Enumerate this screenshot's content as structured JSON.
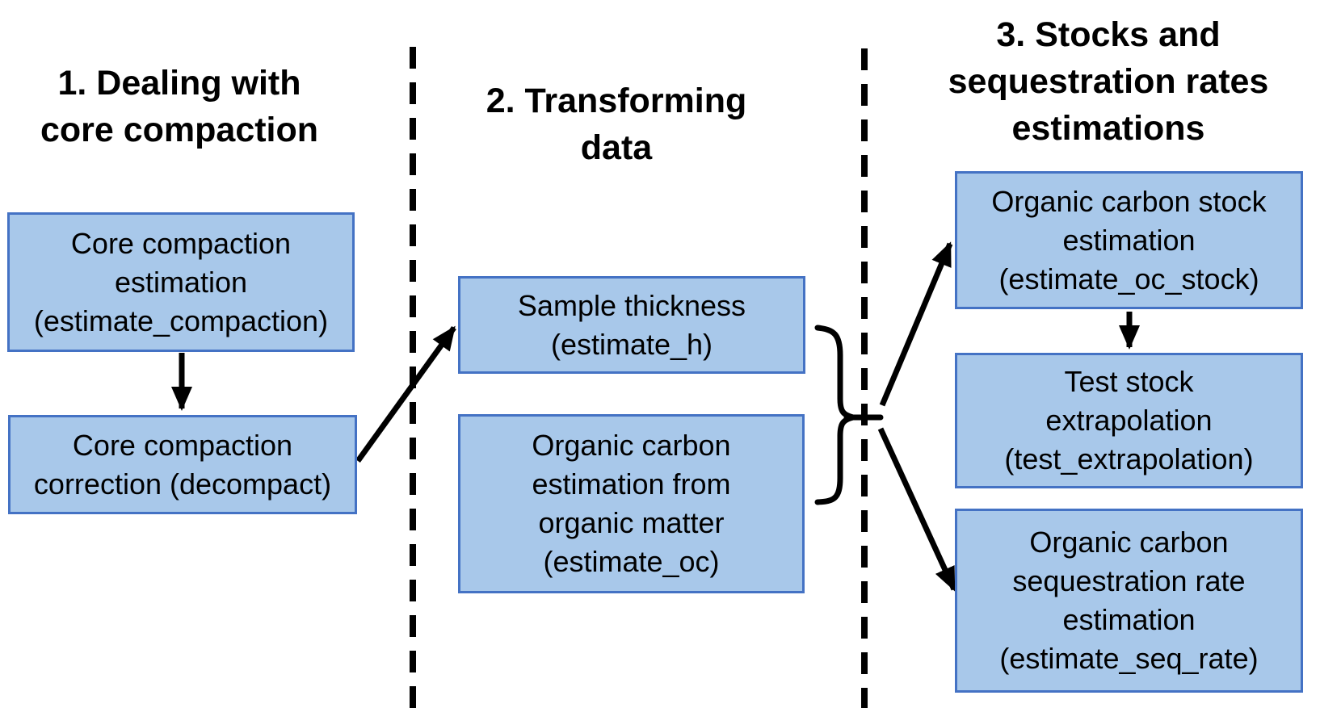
{
  "colors": {
    "box_fill": "#a8c8ea",
    "box_border": "#4472c4",
    "line_color": "#000000",
    "text_color": "#000000",
    "bg": "#ffffff"
  },
  "sections": {
    "s1": {
      "title_lines": [
        "1. Dealing with",
        "core compaction"
      ]
    },
    "s2": {
      "title_lines": [
        "2. Transforming",
        "data"
      ]
    },
    "s3": {
      "title_lines": [
        "3. Stocks and",
        "sequestration rates",
        "estimations"
      ]
    }
  },
  "boxes": {
    "estimate_compaction": {
      "lines": [
        "Core compaction",
        "estimation",
        "(estimate_compaction)"
      ]
    },
    "decompact": {
      "lines": [
        "Core compaction",
        "correction (decompact)"
      ]
    },
    "estimate_h": {
      "lines": [
        "Sample thickness",
        "(estimate_h)"
      ]
    },
    "estimate_oc": {
      "lines": [
        "Organic carbon",
        "estimation from",
        "organic matter",
        "(estimate_oc)"
      ]
    },
    "estimate_oc_stock": {
      "lines": [
        "Organic carbon stock",
        "estimation",
        "(estimate_oc_stock)"
      ]
    },
    "test_extrapolation": {
      "lines": [
        "Test stock",
        "extrapolation",
        "(test_extrapolation)"
      ]
    },
    "estimate_seq_rate": {
      "lines": [
        "Organic carbon",
        "sequestration rate",
        "estimation",
        "(estimate_seq_rate)"
      ]
    }
  }
}
